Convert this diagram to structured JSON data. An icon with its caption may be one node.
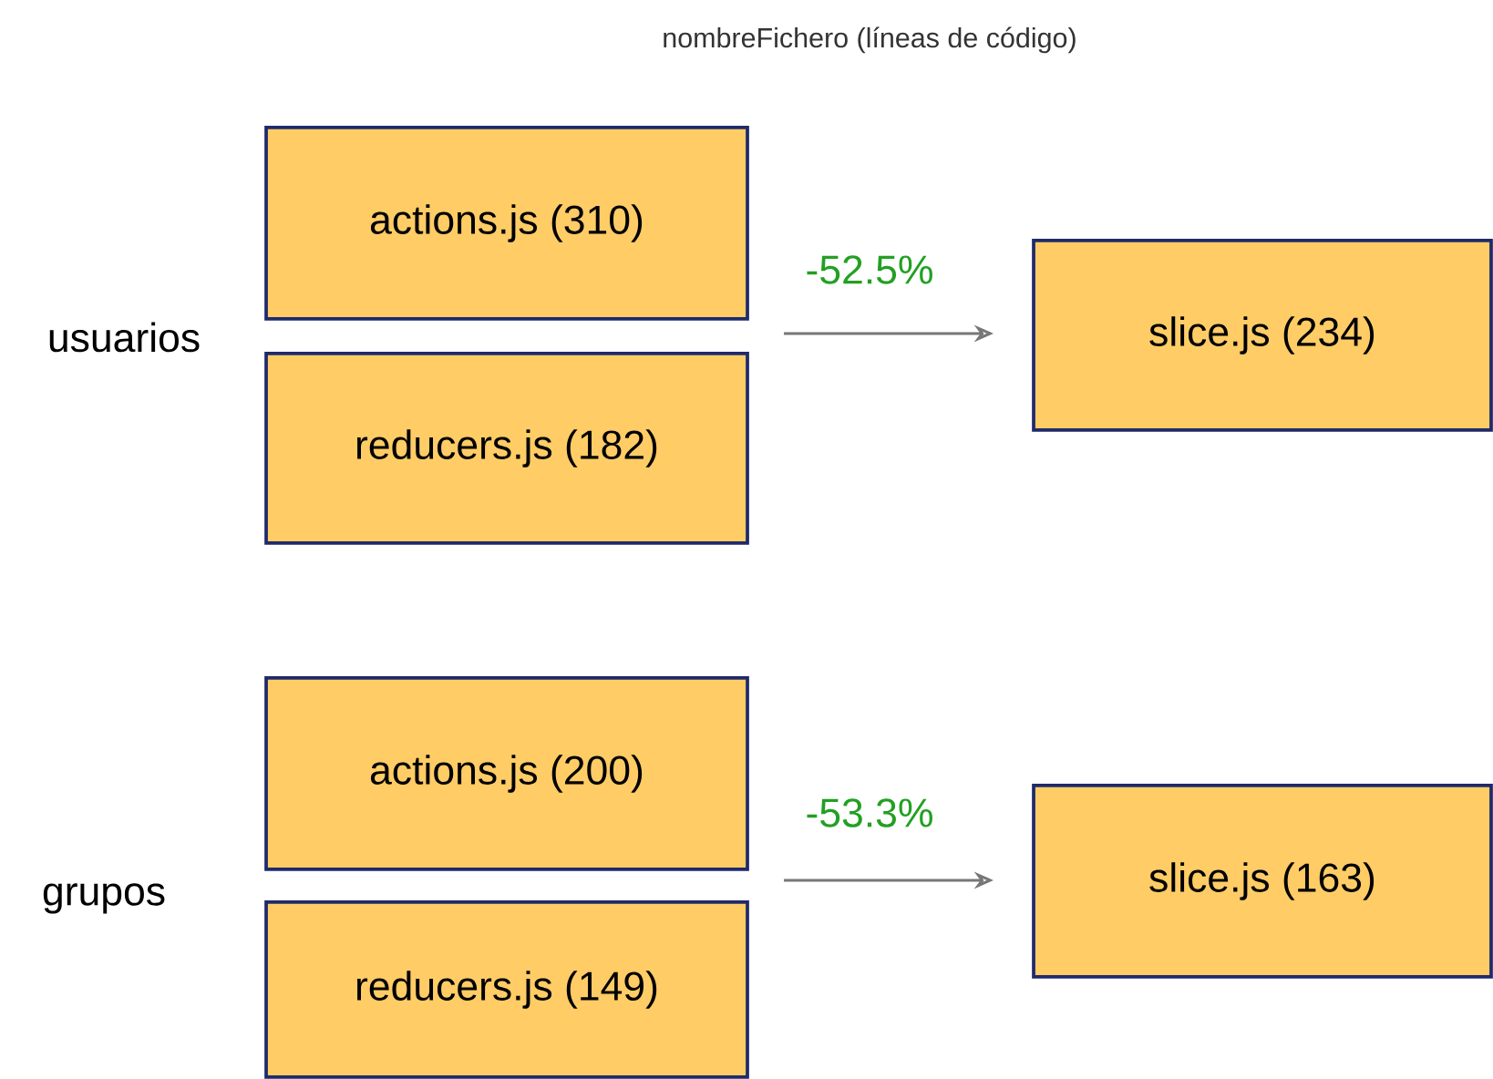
{
  "diagram": {
    "title": "nombreFichero (líneas de código)",
    "nodes": [
      {
        "text": [
          "actions.js (310)"
        ]
      },
      {
        "text": [
          "reducers.js (182)"
        ]
      },
      {
        "text": [
          "slice.js (234)"
        ]
      },
      {
        "text": [
          "actions.js (200)"
        ]
      },
      {
        "text": [
          "reducers.js (149)"
        ]
      },
      {
        "text": [
          "slice.js (163)"
        ]
      }
    ],
    "edges": [
      {
        "from": null,
        "to": 2,
        "arrow": "to",
        "label": "-52.5%"
      },
      {
        "from": null,
        "to": 5,
        "arrow": "to",
        "label": "-53.3%"
      }
    ],
    "labels": [
      "usuarios",
      "grupos"
    ]
  }
}
